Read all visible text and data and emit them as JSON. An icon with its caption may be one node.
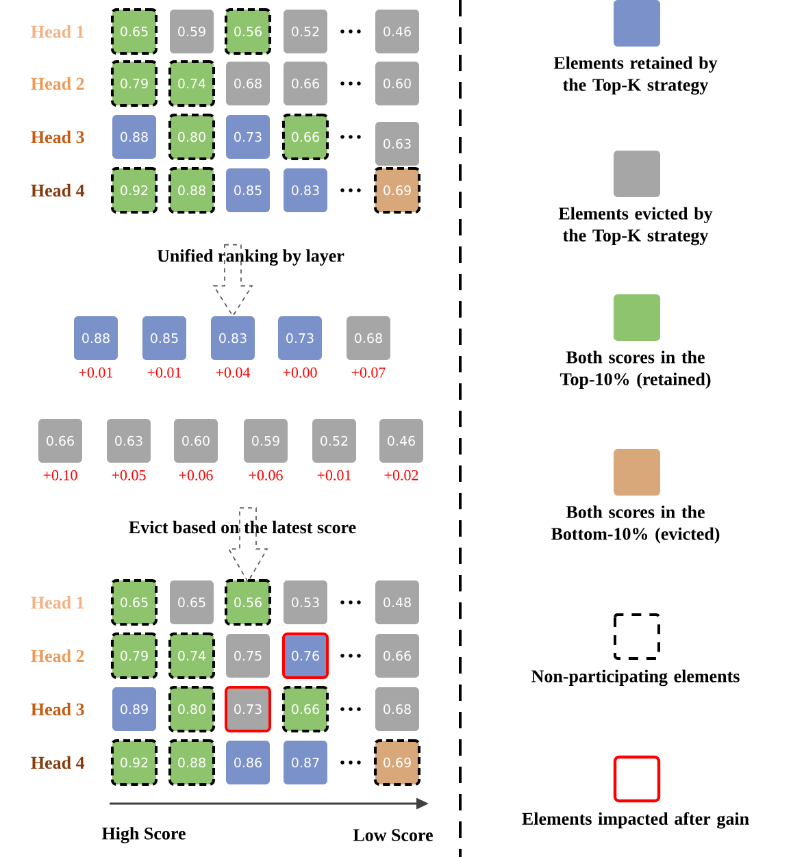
{
  "diagram": {
    "nodes": [
      {
        "text": [
          "0.65"
        ]
      },
      {
        "text": [
          "0.59"
        ]
      },
      {
        "text": [
          "0.56"
        ]
      },
      {
        "text": [
          "0.52"
        ]
      },
      {
        "text": [
          "0.46"
        ]
      },
      {
        "text": [
          "0.79"
        ]
      },
      {
        "text": [
          "0.74"
        ]
      },
      {
        "text": [
          "0.68"
        ]
      },
      {
        "text": [
          "0.66"
        ]
      },
      {
        "text": [
          "0.60"
        ]
      },
      {
        "text": [
          "0.88"
        ]
      },
      {
        "text": [
          "0.80"
        ]
      },
      {
        "text": [
          "0.73"
        ]
      },
      {
        "text": [
          "0.66"
        ]
      },
      {
        "text": [
          "0.63"
        ]
      },
      {
        "text": [
          "0.92"
        ]
      },
      {
        "text": [
          "0.88"
        ]
      },
      {
        "text": [
          "0.85"
        ]
      },
      {
        "text": [
          "0.83"
        ]
      },
      {
        "text": [
          "0.69"
        ]
      },
      {
        "text": [
          "0.88"
        ],
        "beside": [
          "+0.01"
        ]
      },
      {
        "text": [
          "0.85"
        ],
        "beside": [
          "+0.01"
        ]
      },
      {
        "text": [
          "0.83"
        ],
        "beside": [
          "+0.04"
        ]
      },
      {
        "text": [
          "0.73"
        ],
        "beside": [
          "+0.00"
        ]
      },
      {
        "text": [
          "0.68"
        ],
        "beside": [
          "+0.07"
        ]
      },
      {
        "text": [
          "0.66"
        ],
        "beside": [
          "+0.10"
        ]
      },
      {
        "text": [
          "0.63"
        ],
        "beside": [
          "+0.05"
        ]
      },
      {
        "text": [
          "0.60"
        ],
        "beside": [
          "+0.06"
        ]
      },
      {
        "text": [
          "0.59"
        ],
        "beside": [
          "+0.06"
        ]
      },
      {
        "text": [
          "0.52"
        ],
        "beside": [
          "+0.01"
        ]
      },
      {
        "text": [
          "0.46"
        ],
        "beside": [
          "+0.02"
        ]
      },
      {
        "text": [
          "0.65"
        ]
      },
      {
        "text": [
          "0.65"
        ]
      },
      {
        "text": [
          "0.56"
        ]
      },
      {
        "text": [
          "0.53"
        ]
      },
      {
        "text": [
          "0.48"
        ]
      },
      {
        "text": [
          "0.79"
        ]
      },
      {
        "text": [
          "0.74"
        ]
      },
      {
        "text": [
          "0.75"
        ]
      },
      {
        "text": [
          "0.76"
        ]
      },
      {
        "text": [
          "0.66"
        ]
      },
      {
        "text": [
          "0.89"
        ]
      },
      {
        "text": [
          "0.80"
        ]
      },
      {
        "text": [
          "0.73"
        ]
      },
      {
        "text": [
          "0.66"
        ]
      },
      {
        "text": [
          "0.68"
        ]
      },
      {
        "text": [
          "0.92"
        ]
      },
      {
        "text": [
          "0.88"
        ]
      },
      {
        "text": [
          "0.86"
        ]
      },
      {
        "text": [
          "0.87"
        ]
      },
      {
        "text": [
          "0.69"
        ]
      }
    ],
    "edges": [
      {
        "from": null,
        "to": 22,
        "arrow": "to",
        "style": "dashed"
      },
      {
        "from": null,
        "to": 33,
        "arrow": "to",
        "style": "dashed"
      }
    ],
    "labels": [
      "Head 1",
      "Head 2",
      "Head 3",
      "Head 4",
      "Unified ranking by layer",
      "Evict based on the latest score",
      "Head 1",
      "Head 2",
      "Head 3",
      "Head 4",
      "High Score",
      "Low Score"
    ],
    "legend": [
      {
        "text": "Elements retained by the Top-K strategy",
        "color": "#7b91c9"
      },
      {
        "text": "Elements evicted by the Top-K strategy",
        "color": "#a6a6a6"
      },
      {
        "text": "Both scores in the Top-10% (retained)",
        "color": "#8fc46e"
      },
      {
        "text": "Both scores in the Bottom-10% (evicted)",
        "color": "#d8a87b"
      },
      {
        "text": "Non-participating elements"
      },
      {
        "text": "Elements impacted after gain"
      }
    ]
  }
}
